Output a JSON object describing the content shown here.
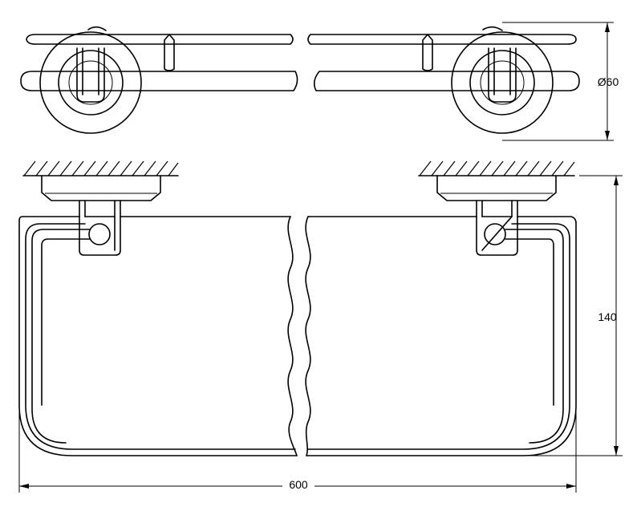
{
  "dimensions": {
    "diameter_label": "Ø60",
    "height_label": "140",
    "width_label": "600"
  },
  "colors": {
    "stroke": "#000000",
    "background": "#ffffff"
  }
}
